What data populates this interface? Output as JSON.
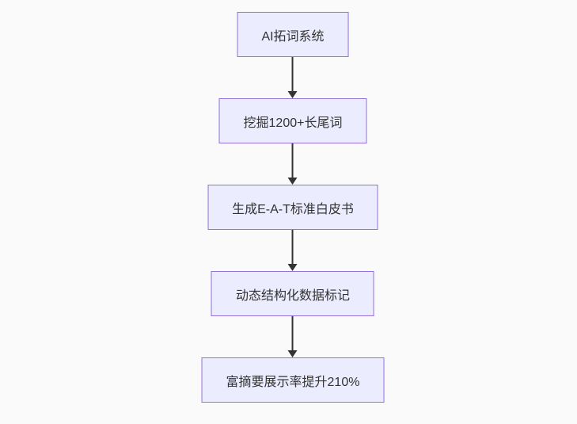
{
  "diagram": {
    "type": "flowchart",
    "direction": "top-down",
    "colors": {
      "background": "#FAFAFA",
      "node_fill": "#ECECFF",
      "node_border": "#9370DB",
      "node_text": "#333333",
      "arrow": "#333333"
    },
    "nodes": [
      {
        "label": "AI拓词系统"
      },
      {
        "label": "挖掘1200+长尾词"
      },
      {
        "label": "生成E-A-T标准白皮书"
      },
      {
        "label": "动态结构化数据标记"
      },
      {
        "label": "富摘要展示率提升210%"
      }
    ],
    "edges": [
      {
        "from": 0,
        "to": 1
      },
      {
        "from": 1,
        "to": 2
      },
      {
        "from": 2,
        "to": 3
      },
      {
        "from": 3,
        "to": 4
      }
    ]
  }
}
